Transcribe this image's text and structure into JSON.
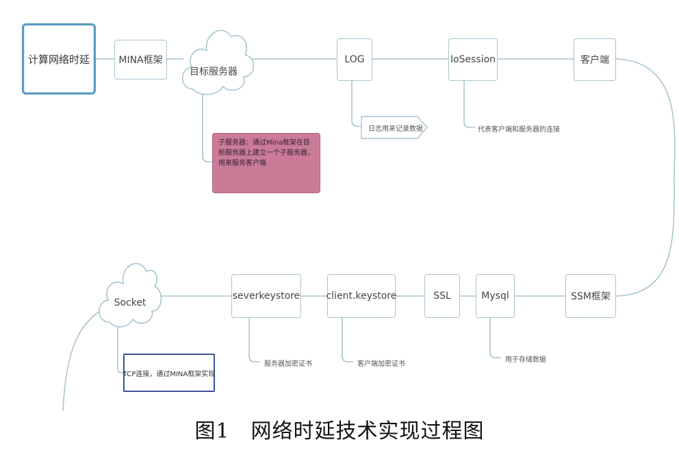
{
  "nodes": {
    "root": "计算网络时延",
    "mina": "MINA框架",
    "target_server": "目标服务器",
    "log": "LOG",
    "iosession": "IoSession",
    "client": "客户端",
    "ssm": "SSM框架",
    "mysql": "Mysql",
    "ssl": "SSL",
    "client_keystore": "client.keystore",
    "server_keystore": "severkeystore",
    "socket": "Socket"
  },
  "notes": {
    "target_server": "子服务器：通过Mina框架在目标服务器上建立一个子服务器，用来服务客户端",
    "log": "日志用来记录数据",
    "iosession": "代表客户端和服务器的连接",
    "mysql": "用于存储数据",
    "client_keystore": "客户端加密证书",
    "server_keystore": "服务器加密证书",
    "socket": "TCP连接，通过MINA框架实现"
  },
  "caption": "图1　网络时延技术实现过程图",
  "colors": {
    "connector": "#a8c4d0",
    "root_border": "#5a9bc2",
    "pink_note": "#c97b98",
    "blue_note_border": "#3c4f9a"
  }
}
